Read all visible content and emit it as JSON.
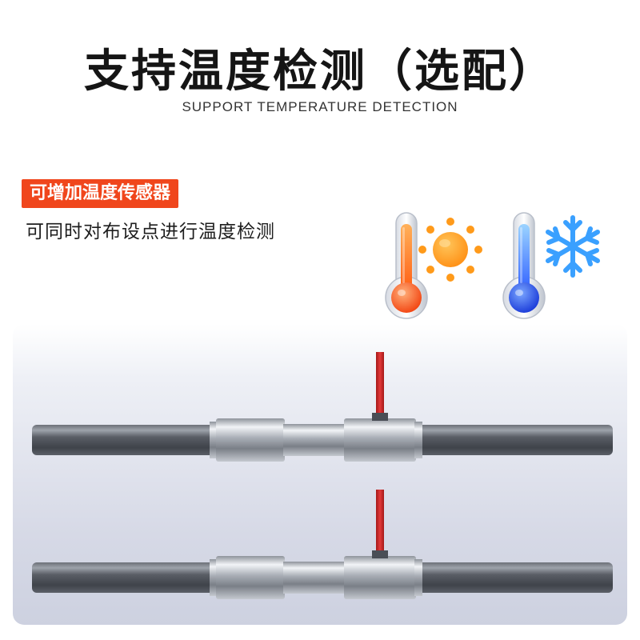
{
  "header": {
    "title": "支持温度检测（选配）",
    "subtitle": "SUPPORT TEMPERATURE DETECTION"
  },
  "feature": {
    "badge": "可增加温度传感器",
    "description": "可同时对布设点进行温度检测"
  },
  "icons": {
    "hot_thermometer": "thermometer-hot-icon",
    "sun": "sun-icon",
    "cold_thermometer": "thermometer-cold-icon",
    "snowflake": "snowflake-icon"
  },
  "colors": {
    "badge": "#f0461c",
    "sensor": "#d42a2a",
    "hot": "#ff6a1a",
    "cold": "#2a64ff",
    "snow": "#3aa0ff"
  }
}
